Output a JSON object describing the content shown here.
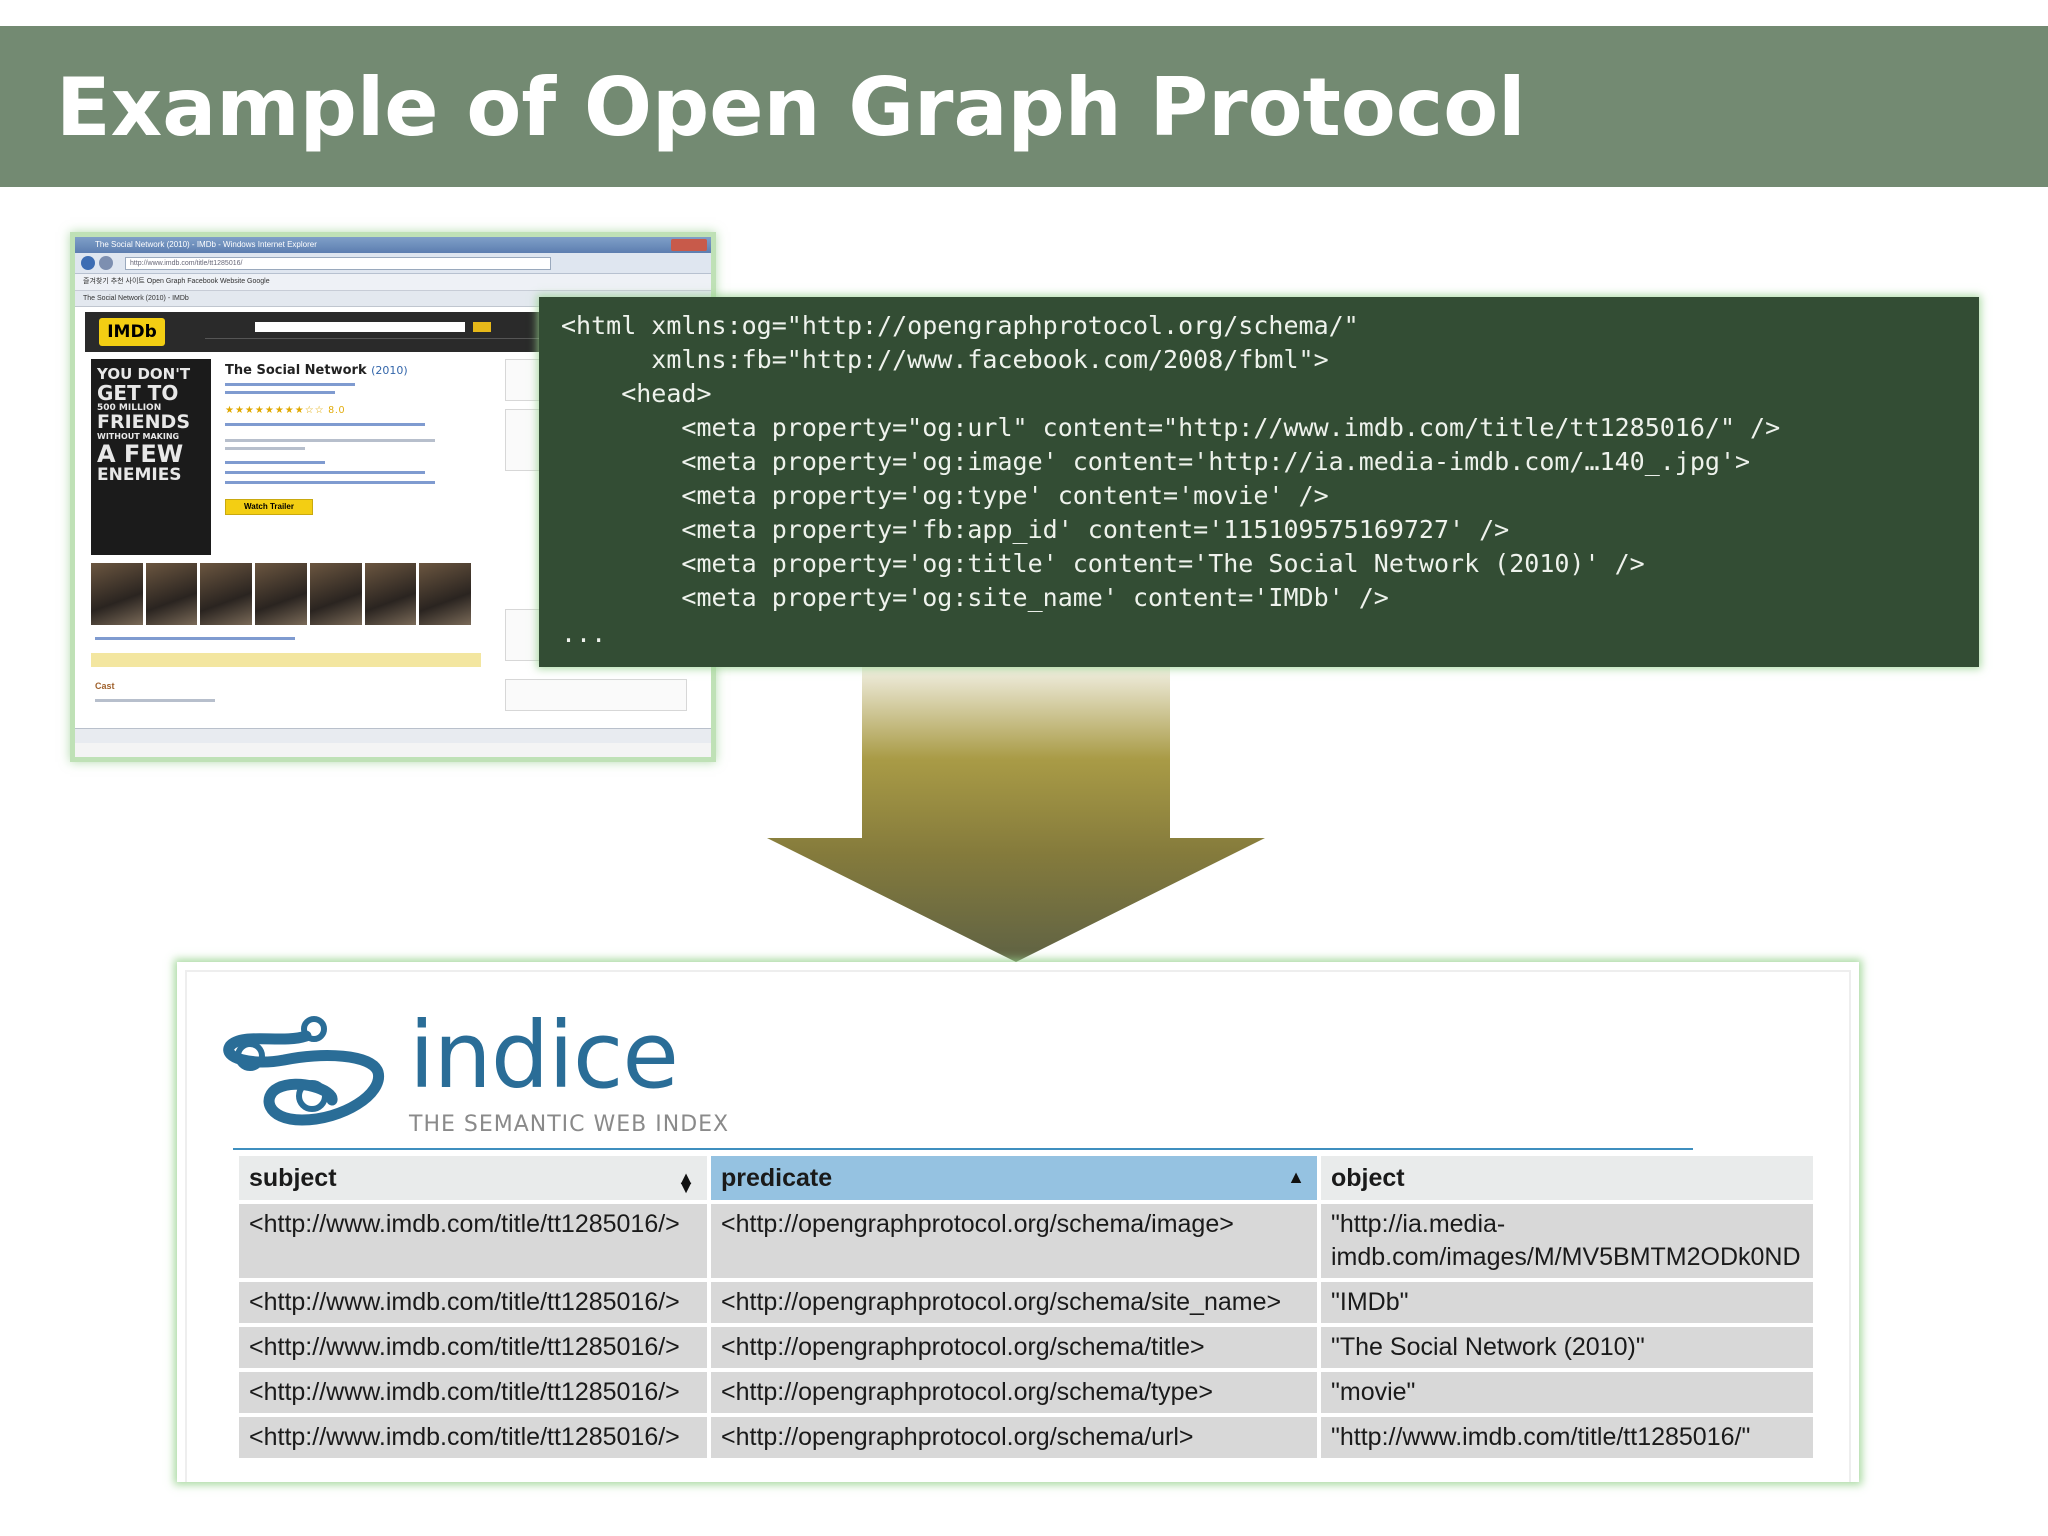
{
  "slide": {
    "title": "Example of Open Graph Protocol"
  },
  "browser": {
    "window_title": "The Social Network (2010) - IMDb - Windows Internet Explorer",
    "address": "http://www.imdb.com/title/tt1285016/",
    "favorites_bar": "즐겨찾기  추천 사이트  Open Graph  Facebook  Website  Google",
    "tab_label": "The Social Network (2010) - IMDb",
    "logo": "IMDb",
    "poster_lines": [
      "YOU DON'T",
      "GET TO",
      "500 MILLION",
      "FRIENDS",
      "WITHOUT MAKING",
      "A FEW",
      "ENEMIES"
    ],
    "movie_title": "The Social Network",
    "movie_year": "(2010)",
    "stars": "★★★★★★★★☆☆ 8.0",
    "trailer_button": "Watch Trailer",
    "cast_label": "Cast"
  },
  "code": {
    "lines": [
      "<html xmlns:og=\"http://opengraphprotocol.org/schema/\"",
      "      xmlns:fb=\"http://www.facebook.com/2008/fbml\">",
      "    <head>",
      "        <meta property=\"og:url\" content=\"http://www.imdb.com/title/tt1285016/\" />",
      "        <meta property='og:image' content='http://ia.media-imdb.com/…140_.jpg'>",
      "        <meta property='og:type' content='movie' />",
      "        <meta property='fb:app_id' content='115109575169727' />",
      "        <meta property='og:title' content='The Social Network (2010)' />",
      "        <meta property='og:site_name' content='IMDb' />",
      "..."
    ]
  },
  "indice": {
    "logo_word": "indice",
    "tagline": "THE SEMANTIC WEB INDEX",
    "brand_color": "#2a6d97"
  },
  "table": {
    "headers": {
      "subject": "subject",
      "predicate": "predicate",
      "object": "object"
    },
    "sort_icons": {
      "subject": "sort-both-icon",
      "predicate": "sort-ascending-icon"
    },
    "rows": [
      {
        "subject": "<http://www.imdb.com/title/tt1285016/>",
        "predicate": "<http://opengraphprotocol.org/schema/image>",
        "object_line1": "\"http://ia.media-",
        "object_line2": "imdb.com/images/M/MV5BMTM2ODk0ND"
      },
      {
        "subject": "<http://www.imdb.com/title/tt1285016/>",
        "predicate": "<http://opengraphprotocol.org/schema/site_name>",
        "object": "\"IMDb\""
      },
      {
        "subject": "<http://www.imdb.com/title/tt1285016/>",
        "predicate": "<http://opengraphprotocol.org/schema/title>",
        "object": "\"The Social Network (2010)\""
      },
      {
        "subject": "<http://www.imdb.com/title/tt1285016/>",
        "predicate": "<http://opengraphprotocol.org/schema/type>",
        "object": "\"movie\""
      },
      {
        "subject": "<http://www.imdb.com/title/tt1285016/>",
        "predicate": "<http://opengraphprotocol.org/schema/url>",
        "object": "\"http://www.imdb.com/title/tt1285016/\""
      }
    ]
  },
  "colors": {
    "title_bar": "#738a72",
    "code_panel": "#334d34",
    "panel_glow": "#9fd496",
    "sorted_header": "#95c2e1",
    "row_bg": "#d8d8d8"
  }
}
